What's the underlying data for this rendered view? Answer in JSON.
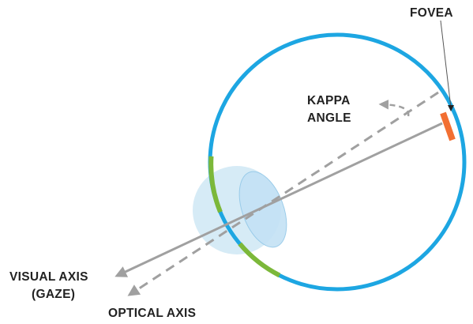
{
  "labels": {
    "fovea": "FOVEA",
    "kappa_line1": "KAPPA",
    "kappa_line2": "ANGLE",
    "visual_axis_line1": "VISUAL AXIS",
    "visual_axis_line2": "(GAZE)",
    "optical_axis": "OPTICAL AXIS"
  },
  "colors": {
    "eyeball_outline": "#1da6e2",
    "cornea_fill": "#cfe8f5",
    "lens_fill": "#c4e2f5",
    "iris": "#7cb83a",
    "fovea_marker": "#f26f32",
    "axis_line": "#a0a0a0",
    "pointer_line": "#555555",
    "label_text": "#222222"
  }
}
